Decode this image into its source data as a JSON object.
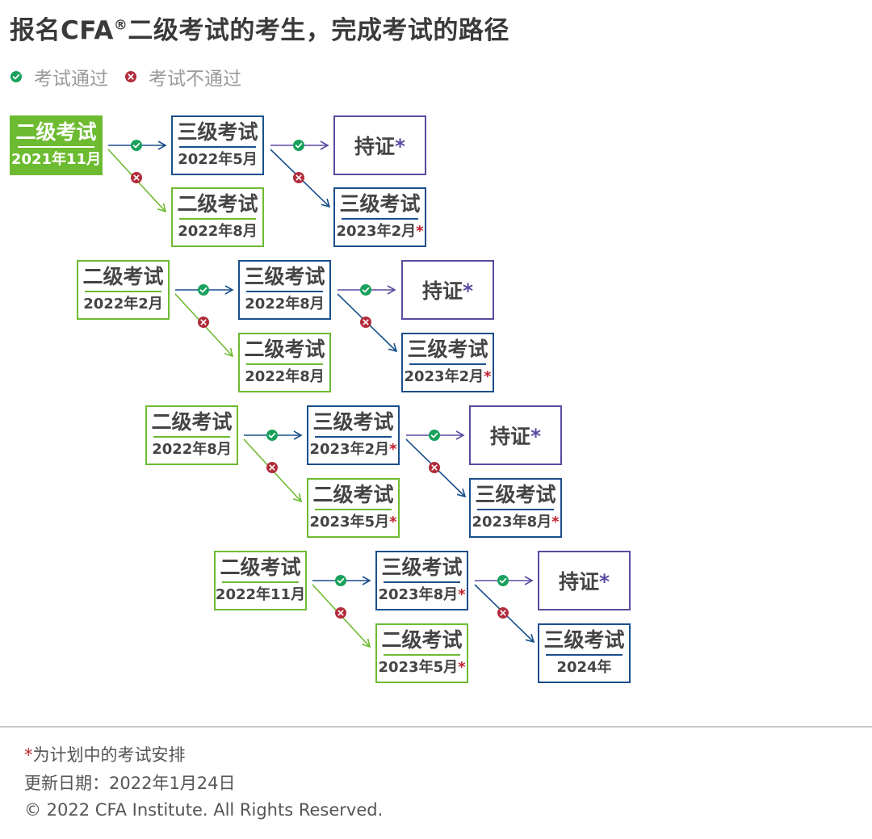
{
  "header": {
    "title_a": "报名CFA",
    "title_reg": "®",
    "title_b": "二级考试的考生，完成考试的路径"
  },
  "legend": {
    "pass_label": "考试通过",
    "fail_label": "考试不通过"
  },
  "colors": {
    "green": "#6dbb31",
    "blue": "#1a4f8b",
    "purple": "#5b4aa0",
    "pass_icon": "#19a15c",
    "fail_icon": "#b22b3a",
    "asterisk": "#c0202d"
  },
  "icons": {
    "pass": "check-circle-icon",
    "fail": "x-circle-icon"
  },
  "flows": [
    {
      "start": {
        "top": "二级考试",
        "bottom": "2021年11月",
        "star": ""
      },
      "pass_box": {
        "top": "三级考试",
        "bottom": "2022年5月",
        "star": ""
      },
      "fail_box": {
        "top": "二级考试",
        "bottom": "2022年8月",
        "star": ""
      },
      "cert": {
        "text": "持证",
        "star": "*"
      },
      "retake": {
        "top": "三级考试",
        "bottom": "2023年2月",
        "star": "*"
      }
    },
    {
      "start": {
        "top": "二级考试",
        "bottom": "2022年2月",
        "star": ""
      },
      "pass_box": {
        "top": "三级考试",
        "bottom": "2022年8月",
        "star": ""
      },
      "fail_box": {
        "top": "二级考试",
        "bottom": "2022年8月",
        "star": ""
      },
      "cert": {
        "text": "持证",
        "star": "*"
      },
      "retake": {
        "top": "三级考试",
        "bottom": "2023年2月",
        "star": "*"
      }
    },
    {
      "start": {
        "top": "二级考试",
        "bottom": "2022年8月",
        "star": ""
      },
      "pass_box": {
        "top": "三级考试",
        "bottom": "2023年2月",
        "star": "*"
      },
      "fail_box": {
        "top": "二级考试",
        "bottom": "2023年5月",
        "star": "*"
      },
      "cert": {
        "text": "持证",
        "star": "*"
      },
      "retake": {
        "top": "三级考试",
        "bottom": "2023年8月",
        "star": "*"
      }
    },
    {
      "start": {
        "top": "二级考试",
        "bottom": "2022年11月",
        "star": ""
      },
      "pass_box": {
        "top": "三级考试",
        "bottom": "2023年8月",
        "star": "*"
      },
      "fail_box": {
        "top": "二级考试",
        "bottom": "2023年5月",
        "star": "*"
      },
      "cert": {
        "text": "持证",
        "star": "*"
      },
      "retake": {
        "top": "三级考试",
        "bottom": "2024年",
        "star": ""
      }
    }
  ],
  "footer": {
    "note_star": "*",
    "note": "为计划中的考试安排",
    "updated": "更新日期：2022年1月24日",
    "copyright": "© 2022 CFA Institute. All Rights Reserved."
  }
}
